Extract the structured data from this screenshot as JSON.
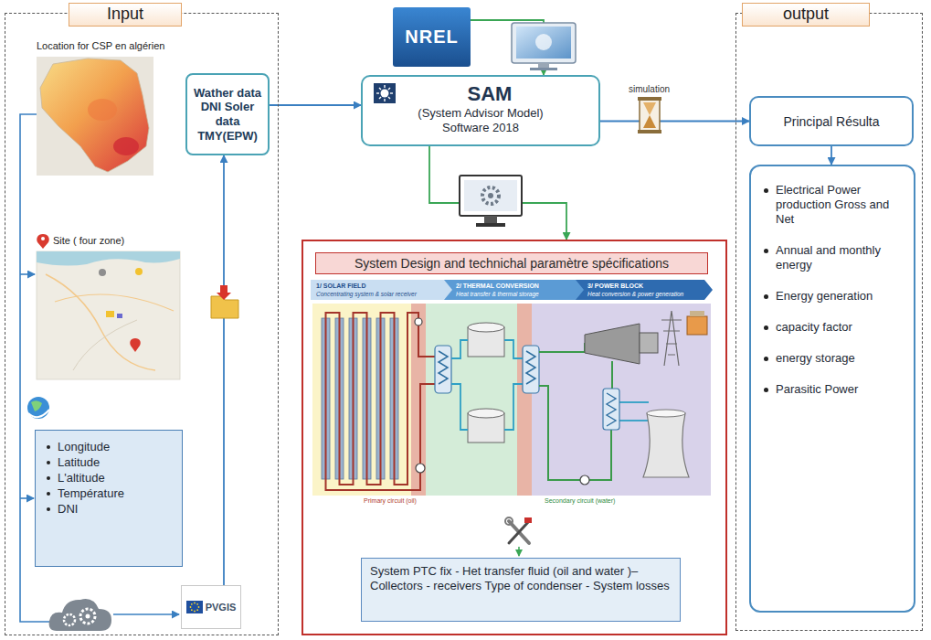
{
  "diagram": {
    "nodes": [
      {
        "text": [
          "Input"
        ]
      },
      {
        "text": [
          "Wather data DNI Soler data TMY(EPW)"
        ],
        "in": 0
      },
      {
        "text": [
          "Longitude",
          "Latitude",
          "L'altitude",
          "Température",
          "DNI"
        ],
        "in": 0
      },
      {
        "text": [
          "PVGIS"
        ],
        "in": 0
      },
      {
        "text": [
          "NREL"
        ]
      },
      {
        "text": [
          "SAM",
          "(System Advisor Model) Software 2018"
        ]
      },
      {
        "text": [
          "System Design and technichal paramètre spécifications"
        ]
      },
      {
        "text": [
          "1/ SOLAR FIELD",
          "Concentrating system & solar receiver"
        ],
        "in": 6
      },
      {
        "text": [
          "2/ THERMAL CONVERSION",
          "Heat transfer & thermal storage"
        ],
        "in": 6
      },
      {
        "text": [
          "3/ POWER BLOCK",
          "Heat conversion & power generation"
        ],
        "in": 6
      },
      {
        "text": [
          "System PTC fix - Het transfer fluid (oil and water )– Collectors - receivers Type of condenser - System losses"
        ],
        "in": 6
      },
      {
        "text": [
          "output"
        ]
      },
      {
        "text": [
          "Principal Résulta"
        ],
        "in": 11
      },
      {
        "text": [
          "Electrical Power production Gross and Net",
          "Annual and monthly energy",
          "Energy generation",
          "capacity factor",
          "energy storage",
          "Parasitic Power"
        ],
        "in": 11
      }
    ],
    "edges": [
      {
        "from": 3,
        "to": 1,
        "arrow": "to"
      },
      {
        "from": 1,
        "to": 5,
        "arrow": "to"
      },
      {
        "from": 4,
        "to": 5,
        "arrow": "to"
      },
      {
        "from": 5,
        "to": 6,
        "arrow": "to"
      },
      {
        "from": 5,
        "to": 12,
        "arrow": "to"
      },
      {
        "from": 12,
        "to": 13,
        "arrow": "to"
      }
    ],
    "labels": [
      "Location for CSP en algérien",
      "Site ( four zone)",
      "simulation",
      "Primary circuit (oil)",
      "Secondary circuit (water)"
    ]
  }
}
